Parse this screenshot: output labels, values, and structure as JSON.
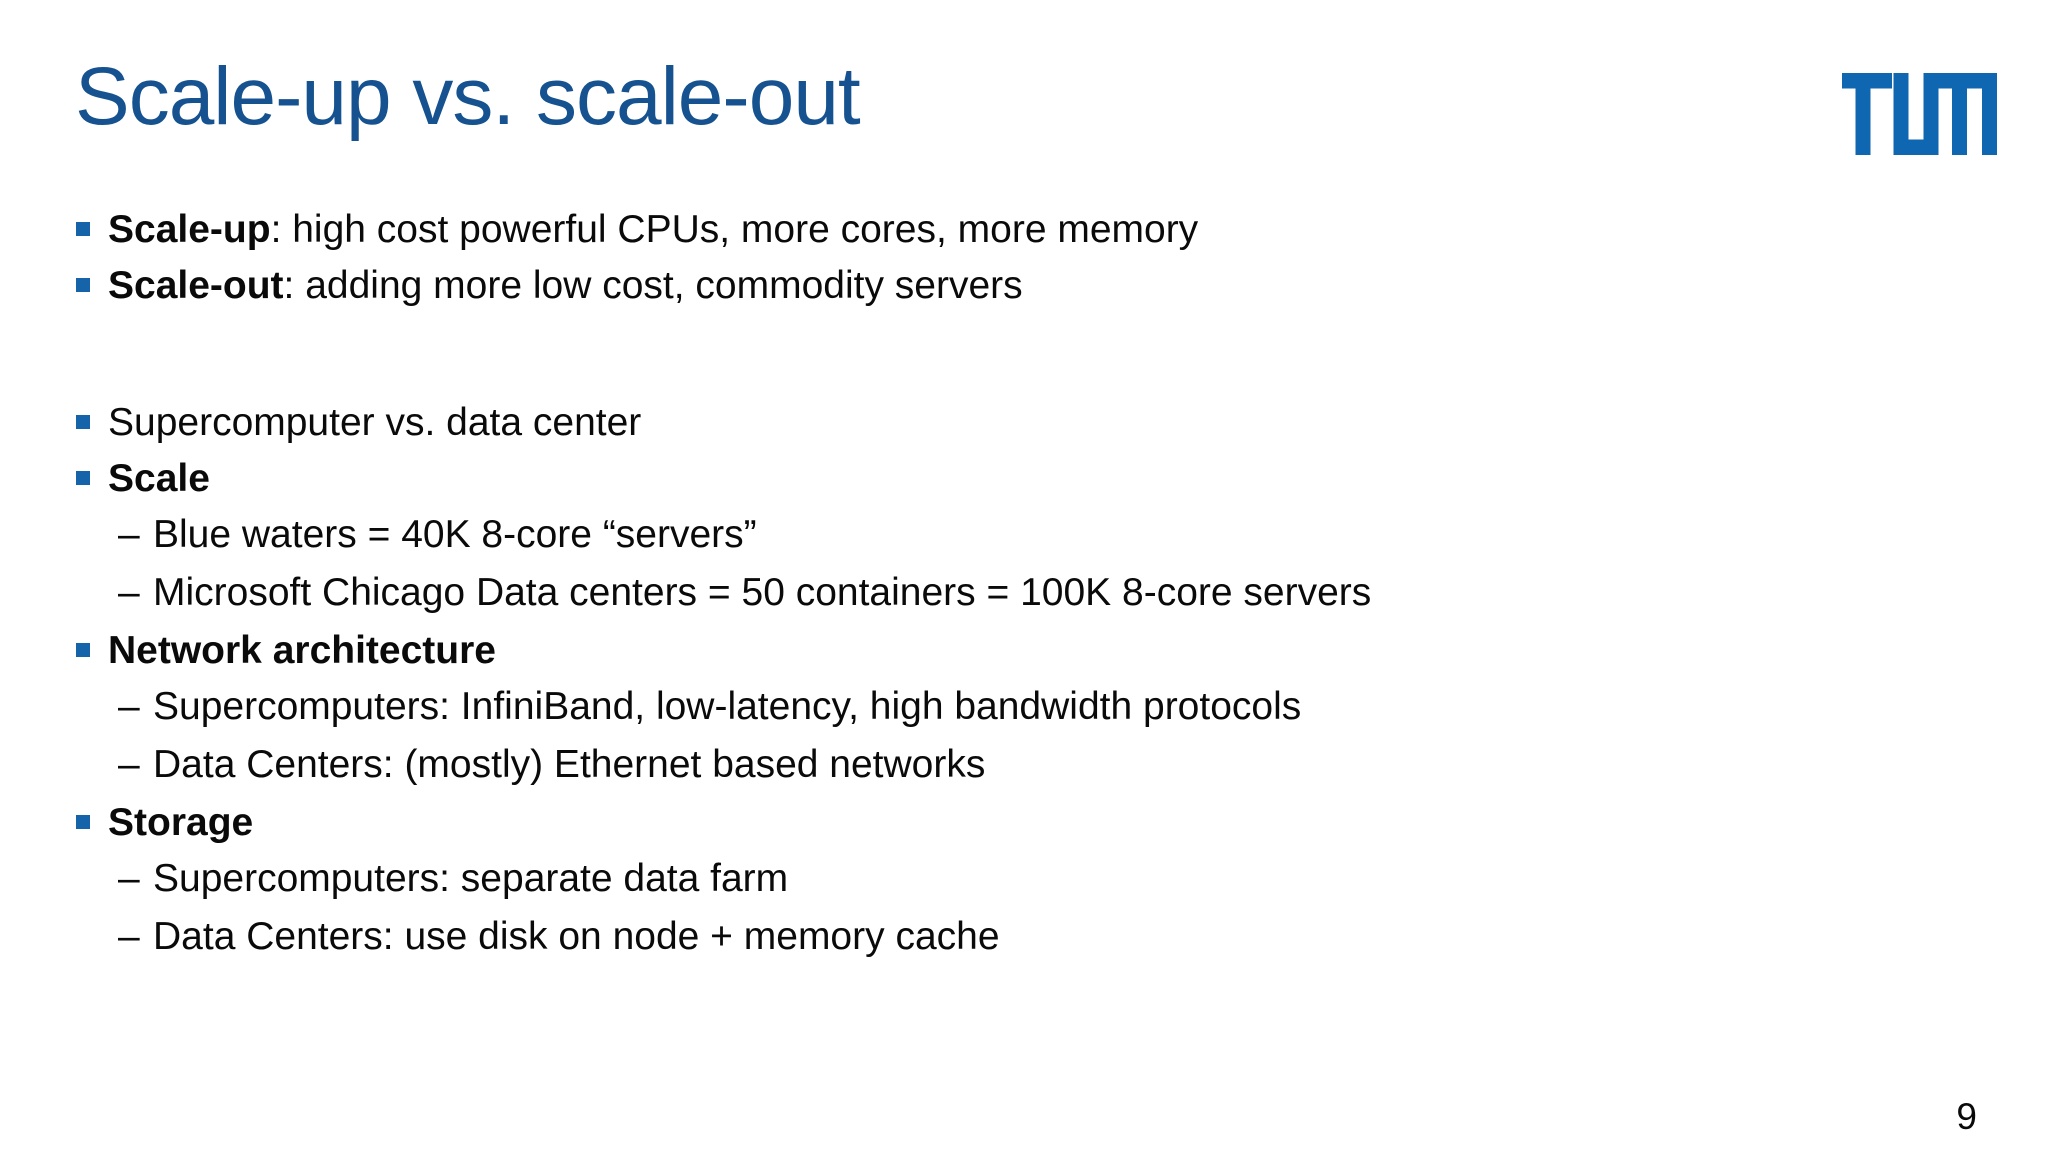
{
  "slide": {
    "title": "Scale-up vs. scale-out",
    "page_number": "9",
    "dash": "–",
    "logo": {
      "name": "TUM",
      "color": "#0f67b1"
    },
    "colors": {
      "title_blue": "#15528f",
      "bullet_blue": "#1563a8",
      "logo_blue": "#0f67b1",
      "text_black": "#0a0a0a",
      "background": "#ffffff"
    },
    "bullets": [
      {
        "level": 1,
        "bold": "Scale-up",
        "text": ": high cost powerful CPUs, more cores, more memory"
      },
      {
        "level": 1,
        "bold": "Scale-out",
        "text": ": adding more low cost, commodity servers"
      },
      {
        "level": 1,
        "bold": "",
        "text": "Supercomputer vs. data center"
      },
      {
        "level": 1,
        "bold": "Scale",
        "text": ""
      },
      {
        "level": 2,
        "bold": "",
        "text": "Blue waters = 40K 8-core “servers”"
      },
      {
        "level": 2,
        "bold": "",
        "text": "Microsoft Chicago Data centers = 50 containers = 100K 8-core servers"
      },
      {
        "level": 1,
        "bold": "Network architecture",
        "text": ""
      },
      {
        "level": 2,
        "bold": "",
        "text": "Supercomputers: InfiniBand, low-latency, high bandwidth protocols"
      },
      {
        "level": 2,
        "bold": "",
        "text": "Data Centers: (mostly) Ethernet based networks"
      },
      {
        "level": 1,
        "bold": "Storage",
        "text": ""
      },
      {
        "level": 2,
        "bold": "",
        "text": "Supercomputers: separate data farm"
      },
      {
        "level": 2,
        "bold": "",
        "text": "Data Centers: use disk on node + memory cache"
      }
    ]
  }
}
